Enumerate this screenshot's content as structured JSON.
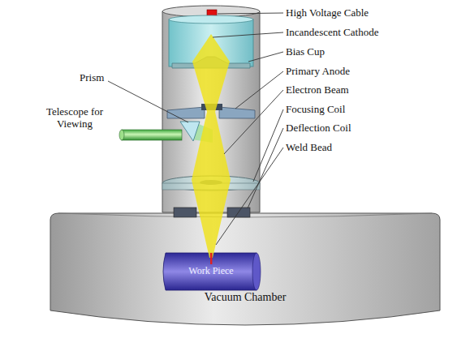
{
  "diagram": {
    "nodes": [
      {
        "text": [
          "Vacuum Chamber"
        ]
      },
      {
        "text": [
          "Work Piece"
        ],
        "in": 0
      }
    ],
    "labels": [
      "High Voltage Cable",
      "Incandescent Cathode",
      "Bias Cup",
      "Primary Anode",
      "Electron Beam",
      "Focusing Coil",
      "Deflection Coil",
      "Weld Bead",
      "Prism",
      "Telescope for Viewing"
    ]
  }
}
